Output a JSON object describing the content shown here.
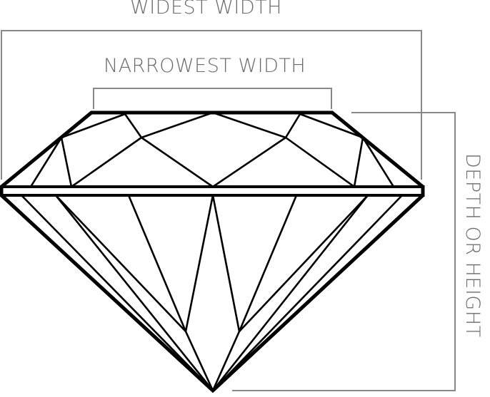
{
  "diagram": {
    "subject": "diamond-side-profile",
    "labels": {
      "widest_width": "WIDEST WIDTH",
      "narrowest_width": "NARROWEST WIDTH",
      "depth_or_height": "DEPTH OR HEIGHT"
    },
    "colors": {
      "diamond_stroke": "#000000",
      "bracket_stroke": "#888888",
      "label_text": "#6b6b6b",
      "background": "#ffffff"
    },
    "parts": {
      "crown": "upper section with table and facets",
      "girdle": "horizontal band at widest point",
      "pavilion": "lower section converging to culet"
    },
    "measurements": [
      {
        "name": "widest width",
        "spans": "girdle diameter (left to right edge of girdle)"
      },
      {
        "name": "narrowest width",
        "spans": "table width (flat top face)"
      },
      {
        "name": "depth or height",
        "spans": "table top to culet"
      }
    ]
  }
}
